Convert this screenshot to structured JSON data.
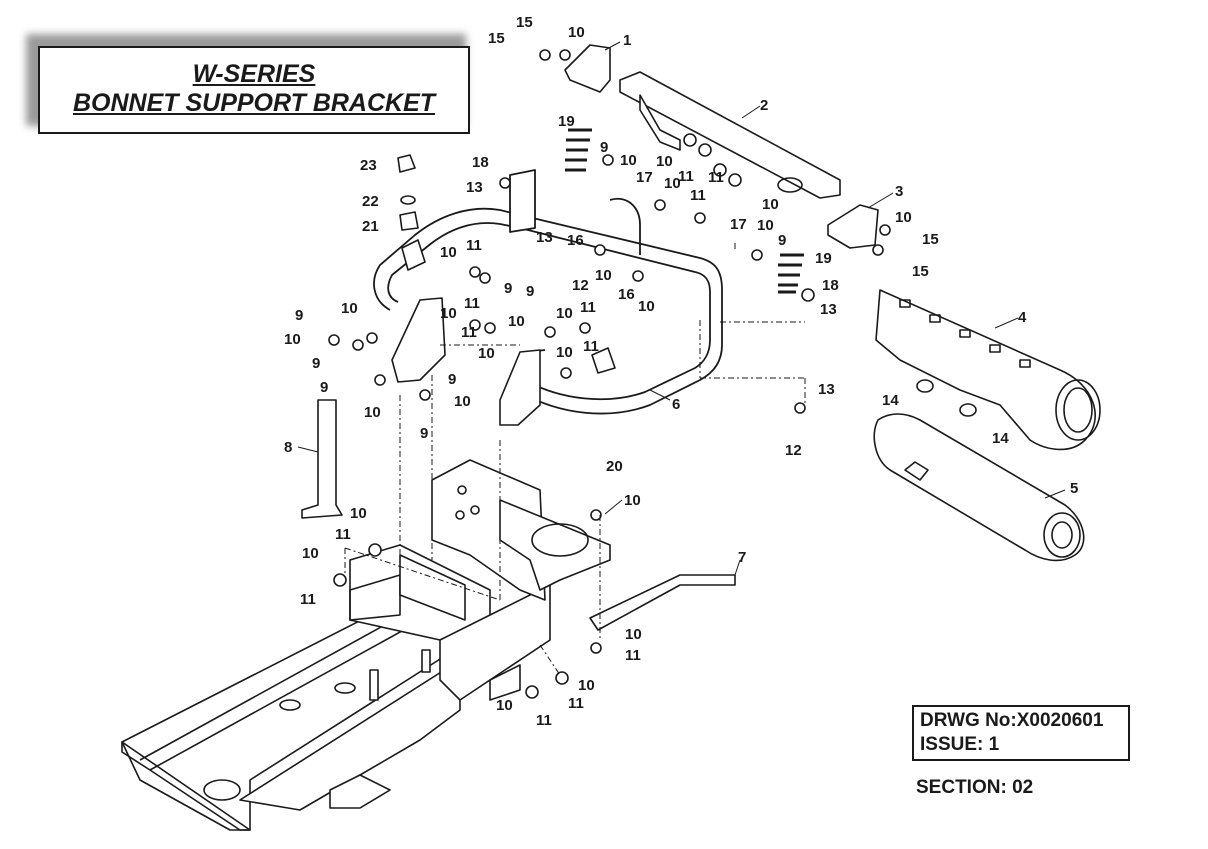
{
  "title": {
    "line1": "W-SERIES",
    "line2": "BONNET SUPPORT BRACKET"
  },
  "drawing_info": {
    "drwg_label": "DRWG No:",
    "drwg_value": "X0020601",
    "issue_label": "ISSUE:",
    "issue_value": "1",
    "section_label": "SECTION:",
    "section_value": "02"
  },
  "callouts": {
    "c1": "1",
    "c2": "2",
    "c3": "3",
    "c4": "4",
    "c5": "5",
    "c6": "6",
    "c7": "7",
    "c8": "8",
    "c9": "9",
    "c10": "10",
    "c11": "11",
    "c12": "12",
    "c13": "13",
    "c14": "14",
    "c15": "15",
    "c16": "16",
    "c17": "17",
    "c18": "18",
    "c19": "19",
    "c20": "20",
    "c21": "21",
    "c22": "22",
    "c23": "23"
  },
  "colors": {
    "line": "#1a1a1a",
    "shadow": "#9a9a9a",
    "background": "#ffffff"
  }
}
